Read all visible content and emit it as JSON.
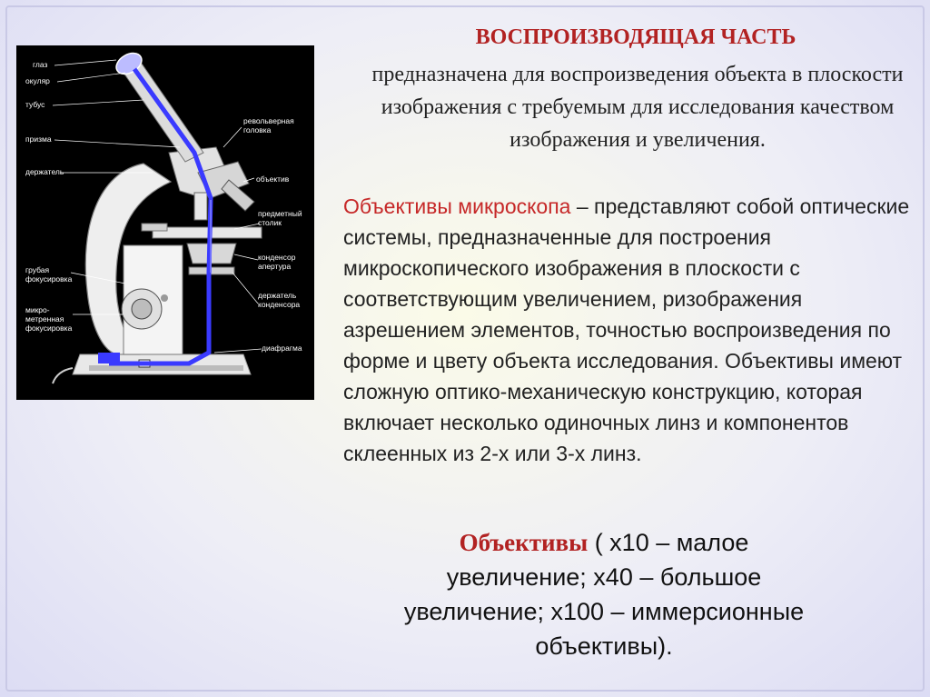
{
  "slide": {
    "title": "ВОСПРОИЗВОДЯЩАЯ ЧАСТЬ",
    "intro": "предназначена для воспроизведения объекта в плоскости изображения с требуемым для исследования качеством изображения и увеличения.",
    "body_term": "Объективы микроскопа",
    "body_text": " – представляют собой оптические системы, предназначенные для построения микроскопического изображения в плоскости с соответствующим увеличением, ризображения азрешением элементов, точностью воспроизведения по форме и цвету объекта исследования. Объективы имеют сложную оптико-механическую конструкцию, которая включает несколько одиночных линз и компонентов склеенных из 2-х или 3-х линз.",
    "summary_term": "Объективы",
    "summary_text": " ( x10 – малое увеличение; x40 – большое увеличение; x100 – иммерсионные объективы)."
  },
  "figure": {
    "background": "#000000",
    "light_path_color": "#3a3aff",
    "left_labels": {
      "eye": "глаз",
      "eyepiece": "окуляр",
      "tube": "тубус",
      "prism": "призма",
      "holder": "держатель",
      "coarse_focus": "грубая\nфокусировка",
      "fine_focus": "микро-\nметренная\nфокусировка"
    },
    "right_labels": {
      "revolver": "револьверная\nголовка",
      "objective": "объектив",
      "stage": "предметный\nстолик",
      "condenser_aperture": "конденсор\nапертура",
      "condenser_holder": "держатель\nконденсора",
      "diaphragm": "диафрагма"
    }
  }
}
